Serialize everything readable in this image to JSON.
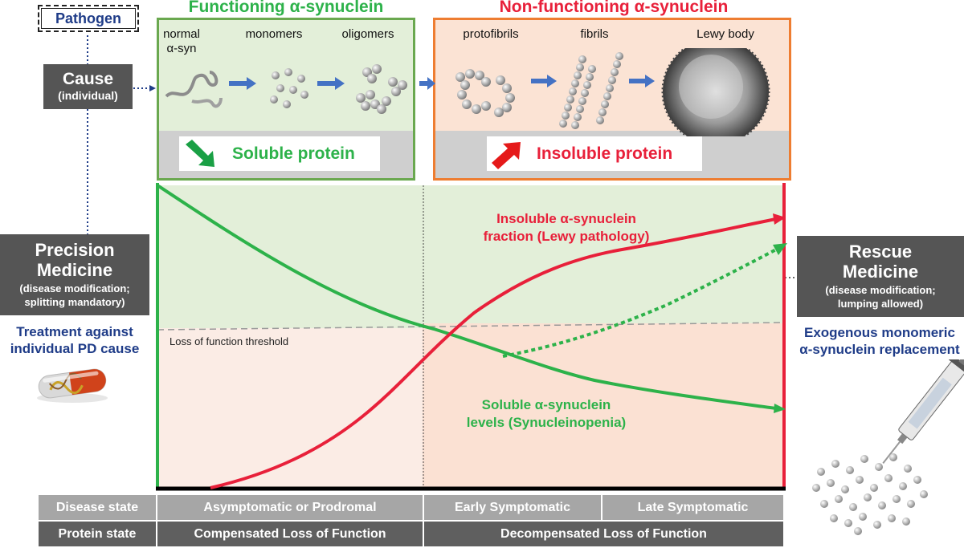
{
  "pathogen_label": "Pathogen",
  "cause": {
    "title": "Cause",
    "subtitle": "(individual)"
  },
  "precision": {
    "title_line1": "Precision",
    "title_line2": "Medicine",
    "sub_line1": "(disease modification;",
    "sub_line2": "splitting mandatory)"
  },
  "treatment": {
    "line1": "Treatment against",
    "line2": "individual PD cause"
  },
  "rescue": {
    "title_line1": "Rescue",
    "title_line2": "Medicine",
    "sub_line1": "(disease modification;",
    "sub_line2": "lumping allowed)"
  },
  "exogenous": {
    "line1": "Exogenous monomeric",
    "line2": "α-synuclein replacement"
  },
  "functioning_title": "Functioning α-synuclein",
  "nonfunctioning_title": "Non-functioning α-synuclein",
  "stages": {
    "normal_line1": "normal",
    "normal_line2": "α-syn",
    "monomers": "monomers",
    "oligomers": "oligomers",
    "protofibrils": "protofibrils",
    "fibrils": "fibrils",
    "lewy_body": "Lewy body"
  },
  "soluble_protein": "Soluble protein",
  "insoluble_protein": "Insoluble protein",
  "insoluble_label": {
    "line1": "Insoluble α-synuclein",
    "line2": "fraction (Lewy pathology)"
  },
  "soluble_label": {
    "line1": "Soluble α-synuclein",
    "line2": "levels (Synucleinopenia)"
  },
  "threshold_label": "Loss of function threshold",
  "table": {
    "disease_state_header": "Disease state",
    "protein_state_header": "Protein state",
    "asymptomatic": "Asymptomatic or Prodromal",
    "early": "Early Symptomatic",
    "late": "Late Symptomatic",
    "compensated": "Compensated Loss of Function",
    "decompensated": "Decompensated Loss of Function"
  },
  "colors": {
    "green": "#2db24a",
    "red": "#e8203a",
    "gray_box": "#555555",
    "table_gray": "#a6a6a6",
    "table_dark": "#5f5f5f",
    "blue_text": "#1f3c88",
    "orange_border": "#ee7d31",
    "green_border": "#6aa84f"
  }
}
